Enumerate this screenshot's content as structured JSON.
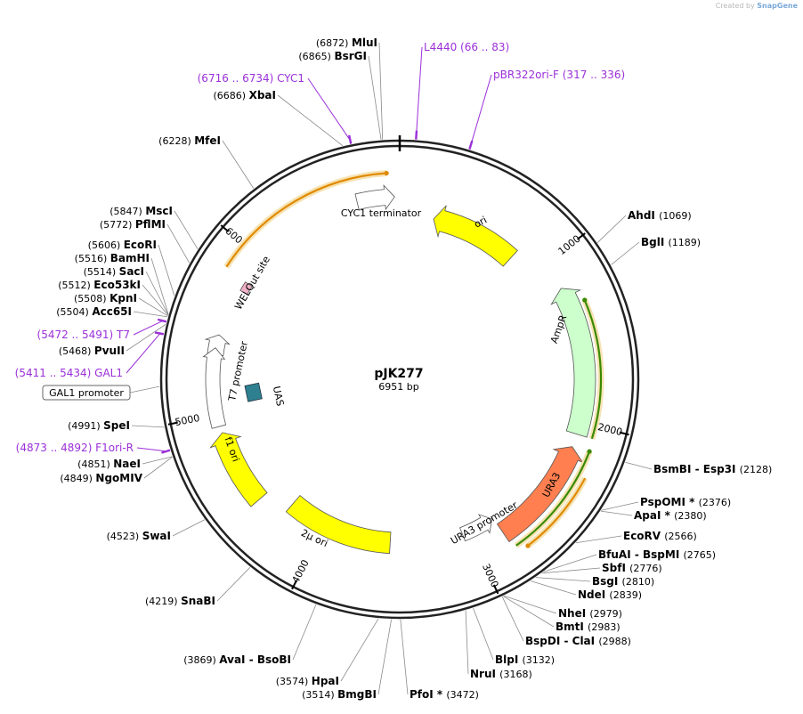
{
  "credit": {
    "prefix": "Created by",
    "brand": "SnapGene"
  },
  "plasmid": {
    "name": "pJK277",
    "length_text": "6951 bp",
    "length": 6951
  },
  "colors": {
    "backbone": "#222222",
    "primer": "#9b30d9",
    "leader": "#8a8a8a",
    "yellow": "#ffff00",
    "amp": "#ccffcc",
    "ura3": "#ff7f50",
    "uas": "#2e7f8f",
    "orf_green": "#3a8a00",
    "orf_orange": "#e08a00"
  },
  "ticks": [
    {
      "pos": 1000,
      "label": "1000"
    },
    {
      "pos": 2000,
      "label": "2000"
    },
    {
      "pos": 3000,
      "label": "3000"
    },
    {
      "pos": 4000,
      "label": "4000"
    },
    {
      "pos": 5000,
      "label": "5000"
    },
    {
      "pos": 6000,
      "label": "6000"
    }
  ],
  "features": [
    {
      "name": "ori",
      "start": 230,
      "end": 820,
      "color": "#ffff00",
      "label": "ori",
      "type": "arrow",
      "dir": "ccw"
    },
    {
      "name": "AmpR",
      "start": 1170,
      "end": 2070,
      "color": "#ccffcc",
      "label": "AmpR",
      "type": "arrow",
      "dir": "ccw"
    },
    {
      "name": "URA3",
      "start": 2150,
      "end": 2820,
      "color": "#ff7f50",
      "label": "URA3",
      "type": "arrow",
      "dir": "ccw"
    },
    {
      "name": "URA3 promoter",
      "start": 2830,
      "end": 3050,
      "color": "#ffffff",
      "label": "URA3 promoter",
      "type": "arrow",
      "dir": "ccw"
    },
    {
      "name": "2μ ori",
      "start": 3540,
      "end": 4260,
      "color": "#ffff00",
      "label": "2μ ori",
      "type": "box"
    },
    {
      "name": "f1 ori",
      "start": 4430,
      "end": 4890,
      "color": "#ffff00",
      "label": "f1 ori",
      "type": "arrow",
      "dir": "cw"
    },
    {
      "name": "T7 promoter",
      "start": 5360,
      "end": 5480,
      "color": "#ffffff",
      "label": "T7 promoter",
      "type": "arrow",
      "dir": "cw"
    },
    {
      "name": "WELQut site",
      "start": 5775,
      "end": 5835,
      "color": "#f0b0c8",
      "label": "WELQut site",
      "type": "box"
    },
    {
      "name": "CYC1 terminator",
      "start": 6690,
      "end": 6920,
      "color": "#ffffff",
      "label": "CYC1 terminator",
      "type": "arrow",
      "dir": "cw"
    },
    {
      "name": "GAL1 promoter",
      "start": 4930,
      "end": 5400,
      "color": "#ffffff",
      "label": "T7 promoter",
      "type": "arrow",
      "dir": "cw"
    }
  ],
  "orfs": [
    {
      "start": 5850,
      "end": 6880,
      "color": "#e08a00",
      "dir": "cw"
    },
    {
      "start": 1290,
      "end": 2070,
      "color": "#3a8a00",
      "dir": "ccw"
    },
    {
      "start": 2140,
      "end": 2800,
      "color": "#3a8a00",
      "dir": "ccw"
    },
    {
      "start": 2280,
      "end": 2750,
      "color": "#e08a00",
      "dir": "cw"
    }
  ],
  "gal1_promoter_box": {
    "label": "GAL1 promoter"
  },
  "uas": {
    "label": "UAS"
  },
  "sites": [
    {
      "name": "MluI",
      "pos": "(6872)",
      "bp": 6872,
      "side": "left",
      "star": false
    },
    {
      "name": "BsrGI",
      "pos": "(6865)",
      "bp": 6865,
      "side": "left",
      "star": false
    },
    {
      "name": "XbaI",
      "pos": "(6686)",
      "bp": 6686,
      "side": "left",
      "star": false
    },
    {
      "name": "MfeI",
      "pos": "(6228)",
      "bp": 6228,
      "side": "left",
      "star": false
    },
    {
      "name": "MscI",
      "pos": "(5847)",
      "bp": 5847,
      "side": "left",
      "star": false
    },
    {
      "name": "PflMI",
      "pos": "(5772)",
      "bp": 5772,
      "side": "left",
      "star": false
    },
    {
      "name": "EcoRI",
      "pos": "(5606)",
      "bp": 5606,
      "side": "left",
      "star": false
    },
    {
      "name": "BamHI",
      "pos": "(5516)",
      "bp": 5516,
      "side": "left",
      "star": false
    },
    {
      "name": "SacI",
      "pos": "(5514)",
      "bp": 5514,
      "side": "left",
      "star": false
    },
    {
      "name": "Eco53kI",
      "pos": "(5512)",
      "bp": 5512,
      "side": "left",
      "star": false
    },
    {
      "name": "KpnI",
      "pos": "(5508)",
      "bp": 5508,
      "side": "left",
      "star": false
    },
    {
      "name": "Acc65I",
      "pos": "(5504)",
      "bp": 5504,
      "side": "left",
      "star": false
    },
    {
      "name": "PvuII",
      "pos": "(5468)",
      "bp": 5468,
      "side": "left",
      "star": false
    },
    {
      "name": "SpeI",
      "pos": "(4991)",
      "bp": 4991,
      "side": "left",
      "star": false
    },
    {
      "name": "NaeI",
      "pos": "(4851)",
      "bp": 4851,
      "side": "left",
      "star": false
    },
    {
      "name": "NgoMIV",
      "pos": "(4849)",
      "bp": 4849,
      "side": "left",
      "star": false
    },
    {
      "name": "SwaI",
      "pos": "(4523)",
      "bp": 4523,
      "side": "left",
      "star": false
    },
    {
      "name": "SnaBI",
      "pos": "(4219)",
      "bp": 4219,
      "side": "left",
      "star": false
    },
    {
      "name": "AvaI - BsoBI",
      "pos": "(3869)",
      "bp": 3869,
      "side": "left",
      "star": false
    },
    {
      "name": "HpaI",
      "pos": "(3574)",
      "bp": 3574,
      "side": "left",
      "star": false
    },
    {
      "name": "BmgBI",
      "pos": "(3514)",
      "bp": 3514,
      "side": "left",
      "star": false
    },
    {
      "name": "PfoI",
      "pos": "(3472)",
      "bp": 3472,
      "side": "right",
      "star": true
    },
    {
      "name": "NruI",
      "pos": "(3168)",
      "bp": 3168,
      "side": "right",
      "star": false
    },
    {
      "name": "BlpI",
      "pos": "(3132)",
      "bp": 3132,
      "side": "right",
      "star": false
    },
    {
      "name": "BspDI - ClaI",
      "pos": "(2988)",
      "bp": 2988,
      "side": "right",
      "star": false
    },
    {
      "name": "BmtI",
      "pos": "(2983)",
      "bp": 2983,
      "side": "right",
      "star": false
    },
    {
      "name": "NheI",
      "pos": "(2979)",
      "bp": 2979,
      "side": "right",
      "star": false
    },
    {
      "name": "NdeI",
      "pos": "(2839)",
      "bp": 2839,
      "side": "right",
      "star": false
    },
    {
      "name": "BsgI",
      "pos": "(2810)",
      "bp": 2810,
      "side": "right",
      "star": false
    },
    {
      "name": "SbfI",
      "pos": "(2776)",
      "bp": 2776,
      "side": "right",
      "star": false
    },
    {
      "name": "BfuAI - BspMI",
      "pos": "(2765)",
      "bp": 2765,
      "side": "right",
      "star": false
    },
    {
      "name": "EcoRV",
      "pos": "(2566)",
      "bp": 2566,
      "side": "right",
      "star": false
    },
    {
      "name": "ApaI",
      "pos": "(2380)",
      "bp": 2380,
      "side": "right",
      "star": true
    },
    {
      "name": "PspOMI",
      "pos": "(2376)",
      "bp": 2376,
      "side": "right",
      "star": true
    },
    {
      "name": "BsmBI - Esp3I",
      "pos": "(2128)",
      "bp": 2128,
      "side": "right",
      "star": false
    },
    {
      "name": "BglI",
      "pos": "(1189)",
      "bp": 1189,
      "side": "right",
      "star": false
    },
    {
      "name": "AhdI",
      "pos": "(1069)",
      "bp": 1069,
      "side": "right",
      "star": false
    }
  ],
  "primers": [
    {
      "name": "CYC1",
      "range": "(6716 .. 6734)",
      "bp": 6725,
      "side": "left"
    },
    {
      "name": "L4440",
      "range": "(66 .. 83)",
      "bp": 75,
      "side": "right"
    },
    {
      "name": "pBR322ori-F",
      "range": "(317 .. 336)",
      "bp": 326,
      "side": "right"
    },
    {
      "name": "T7",
      "range": "(5472 .. 5491)",
      "bp": 5481,
      "side": "left"
    },
    {
      "name": "GAL1",
      "range": "(5411 .. 5434)",
      "bp": 5422,
      "side": "left"
    },
    {
      "name": "F1ori-R",
      "range": "(4873 .. 4892)",
      "bp": 4882,
      "side": "left"
    }
  ]
}
